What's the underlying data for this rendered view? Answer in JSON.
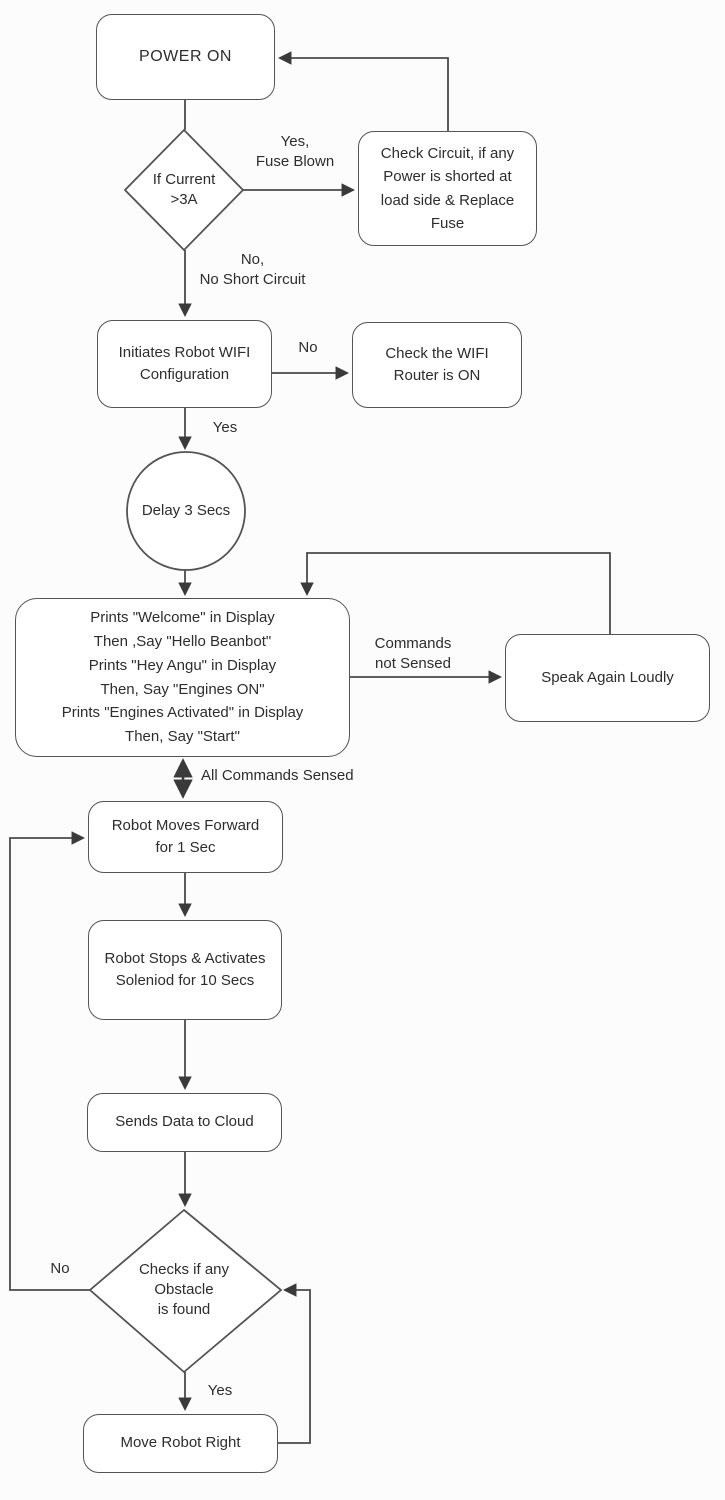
{
  "title": "Robot startup and obstacle-avoidance flowchart",
  "colors": {
    "background": "#fcfcfc",
    "node_fill": "#ffffff",
    "line": "#4a4a4a",
    "text": "#2d2d2d"
  },
  "nodes": {
    "power_on": "POWER ON",
    "current_check": "If Current\n>3A",
    "check_circuit": "Check Circuit, if any\nPower is shorted at\nload side & Replace\nFuse",
    "wifi_config": "Initiates Robot WIFI\nConfiguration",
    "check_router": "Check the WIFI\nRouter is ON",
    "delay": "Delay 3 Secs",
    "welcome_sequence": "Prints \"Welcome\" in Display\nThen ,Say \"Hello Beanbot\"\nPrints \"Hey Angu\" in Display\nThen, Say \"Engines ON\"\nPrints \"Engines Activated\" in Display\nThen, Say \"Start\"",
    "speak_again": "Speak Again Loudly",
    "move_forward": "Robot Moves Forward\nfor 1 Sec",
    "robot_stops": "Robot Stops & Activates\nSoleniod for 10 Secs",
    "send_cloud": "Sends Data to Cloud",
    "obstacle_check": "Checks if any\nObstacle\nis found",
    "move_right": "Move Robot Right"
  },
  "edge_labels": {
    "fuse_blown": "Yes,\nFuse Blown",
    "no_short_circuit": "No,\nNo Short Circuit",
    "router_no": "No",
    "wifi_yes": "Yes",
    "commands_not_sensed": "Commands\nnot Sensed",
    "all_commands_sensed": "All Commands Sensed",
    "obstacle_no": "No",
    "obstacle_yes": "Yes"
  }
}
